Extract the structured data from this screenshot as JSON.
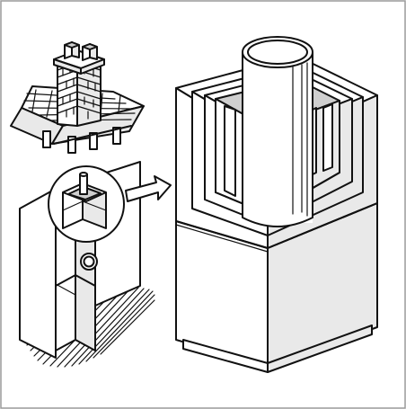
{
  "figure": {
    "frame_color": "#9a9a9a",
    "ink_color": "#111111",
    "background": "#ffffff",
    "panels": [
      {
        "id": "overview",
        "depicts": "house-chimney-with-flue-liner"
      },
      {
        "id": "detail",
        "depicts": "enlarged-flue-liner-in-chimney-cap"
      }
    ],
    "pointer": {
      "icon": "right-arrow-icon"
    }
  }
}
